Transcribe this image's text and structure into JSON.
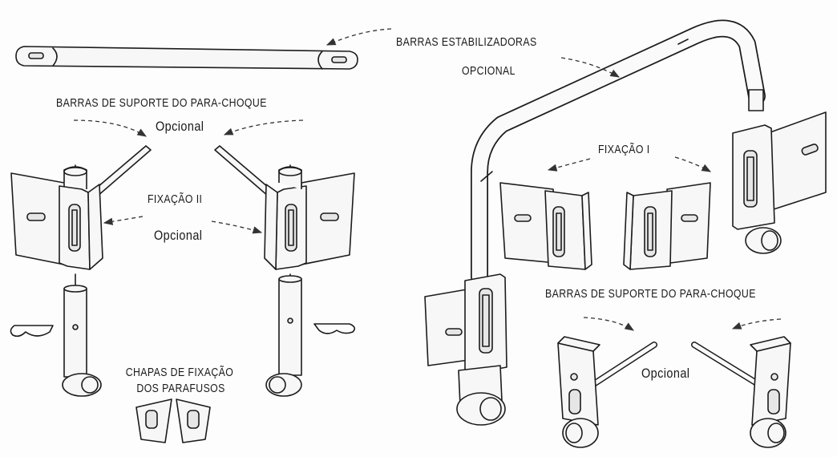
{
  "labels": {
    "stabilizer_bars": "BARRAS ESTABILIZADORAS",
    "stabilizer_optional": "OPCIONAL",
    "bumper_support_left": "BARRAS DE  SUPORTE DO PARA-CHOQUE",
    "optional_top_left": "Opcional",
    "fixing_two": "FIXAÇÃO II",
    "optional_mid_left": "Opcional",
    "fixing_plates_line1": "CHAPAS DE FIXAÇÃO",
    "fixing_plates_line2": "DOS PARAFUSOS",
    "fixing_one": "FIXAÇÃO I",
    "bumper_support_right": "BARRAS DE  SUPORTE DO PARA-CHOQUE",
    "optional_right": "Opcional"
  }
}
